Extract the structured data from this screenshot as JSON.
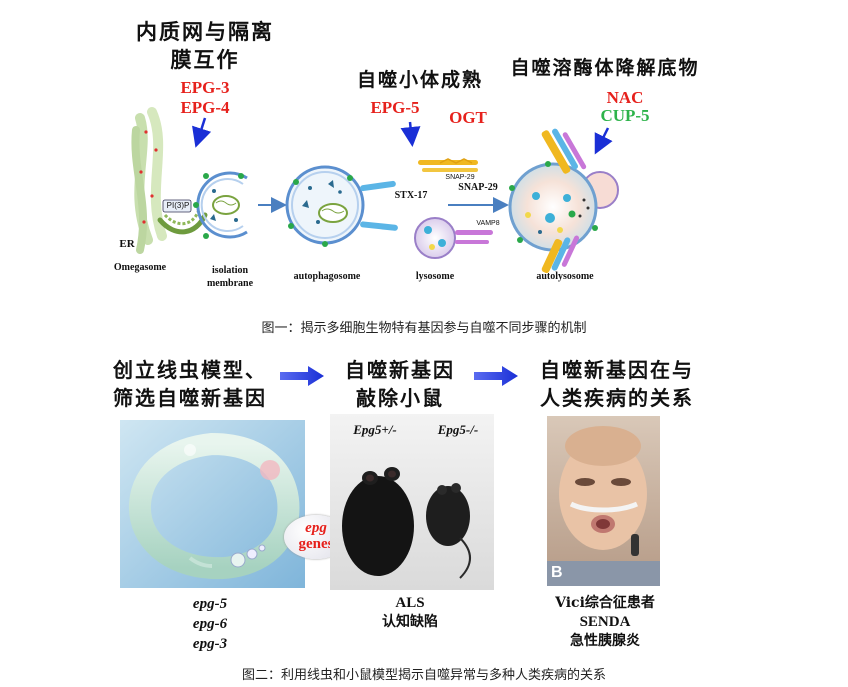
{
  "figure1": {
    "stage1_title_line1": "内质网与隔离",
    "stage1_title_line2": "膜互作",
    "stage1_genes": [
      "EPG-3",
      "EPG-4"
    ],
    "stage2_title": "自噬小体成熟",
    "stage2_genes": [
      "EPG-5",
      "OGT"
    ],
    "stage3_title": "自噬溶酶体降解底物",
    "stage3_genes": [
      "NAC",
      "CUP-5"
    ],
    "labels": {
      "er": "ER",
      "omegasome": "Omegasome",
      "pi3p": "PI(3)P",
      "isolation_membrane_1": "isolation",
      "isolation_membrane_2": "membrane",
      "autophagosome": "autophagosome",
      "lysosome": "lysosome",
      "autolysosome": "autolysosome",
      "stx17": "STX-17",
      "snap29_small": "SNAP-29",
      "snap29": "SNAP-29",
      "vamp8": "VAMP8"
    },
    "caption": "图一：揭示多细胞生物特有基因参与自噬不同步骤的机制"
  },
  "figure2": {
    "panel1_title_line1": "创立线虫模型、",
    "panel1_title_line2": "筛选自噬新基因",
    "panel2_title_line1": "自噬新基因",
    "panel2_title_line2": "敲除小鼠",
    "panel3_title_line1": "自噬新基因在与",
    "panel3_title_line2": "人类疾病的关系",
    "epg_bubble_1": "epg",
    "epg_bubble_2": "genes",
    "mouse_label_1": "Epg5+/-",
    "mouse_label_2": "Epg5-/-",
    "worm_genes": [
      "epg-5",
      "epg-6",
      "epg-3"
    ],
    "mouse_disease_1": "ALS",
    "mouse_disease_2": "认知缺陷",
    "human_1": "Vici综合征患者",
    "human_2": "SENDA",
    "human_3": "急性胰腺炎",
    "photo_letter": "B",
    "caption": "图二：利用线虫和小鼠模型揭示自噬异常与多种人类疾病的关系"
  },
  "colors": {
    "red": "#e6211c",
    "green": "#2db34a",
    "arrow_blue": "#1a2fd6"
  }
}
